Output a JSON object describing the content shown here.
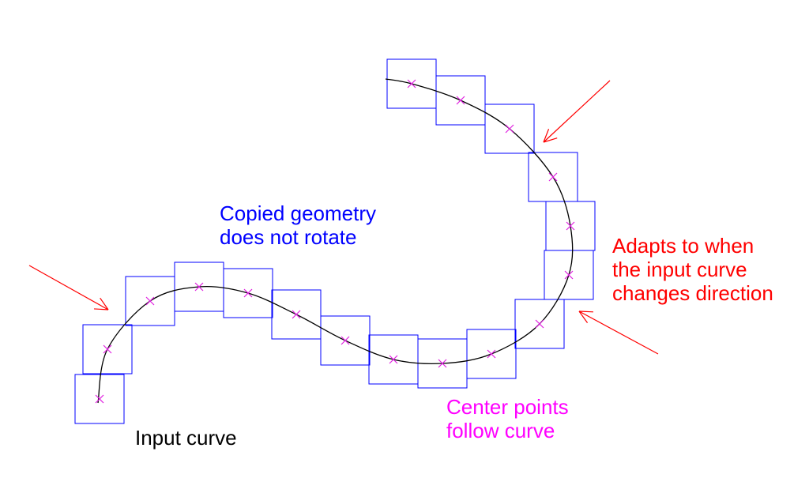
{
  "labels": {
    "copied_geometry": {
      "lines": [
        "Copied geometry",
        "does not rotate"
      ],
      "color": "#0000ff"
    },
    "adapts": {
      "lines": [
        "Adapts to when",
        "the input curve",
        "changes direction"
      ],
      "color": "#ff0000"
    },
    "center_points": {
      "lines": [
        "Center points",
        "follow curve"
      ],
      "color": "#ff00ff"
    },
    "input_curve": {
      "lines": [
        "Input curve"
      ],
      "color": "#000000"
    }
  },
  "colors": {
    "square_outline": "#0000ff",
    "center_marker": "#e020e0",
    "curve": "#000000",
    "arrow": "#ff0000"
  },
  "icons": [
    "center-point-marker-icon",
    "arrow-icon"
  ]
}
